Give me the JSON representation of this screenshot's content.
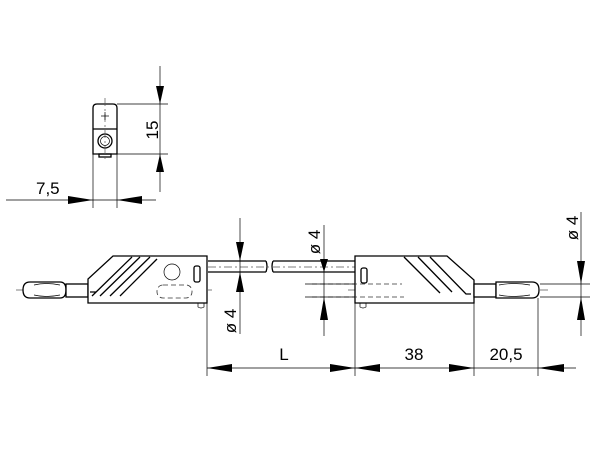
{
  "dimensions": {
    "top_view_height": "15",
    "top_view_width": "7,5",
    "length": "L",
    "plug_body_length": "38",
    "pin_length": "20,5",
    "cable_diameter_left": "ø 4",
    "cable_diameter_middle": "ø 4",
    "pin_diameter_right": "ø 4"
  }
}
